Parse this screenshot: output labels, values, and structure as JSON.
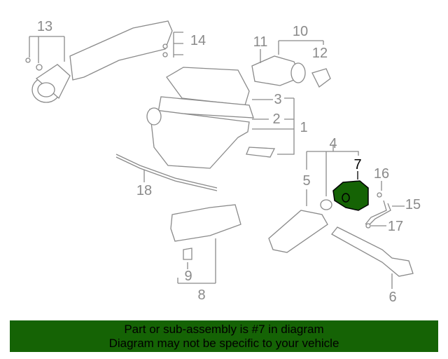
{
  "diagram": {
    "callouts": [
      "13",
      "14",
      "11",
      "10",
      "12",
      "3",
      "2",
      "1",
      "4",
      "7",
      "5",
      "16",
      "15",
      "17",
      "18",
      "9",
      "8",
      "6"
    ],
    "highlighted_callout": "7",
    "highlight_color": "#156305"
  },
  "banner": {
    "line1": "Part or sub-assembly is #7 in diagram",
    "line2": "Diagram may not be specific to your vehicle",
    "color": "#156305"
  }
}
